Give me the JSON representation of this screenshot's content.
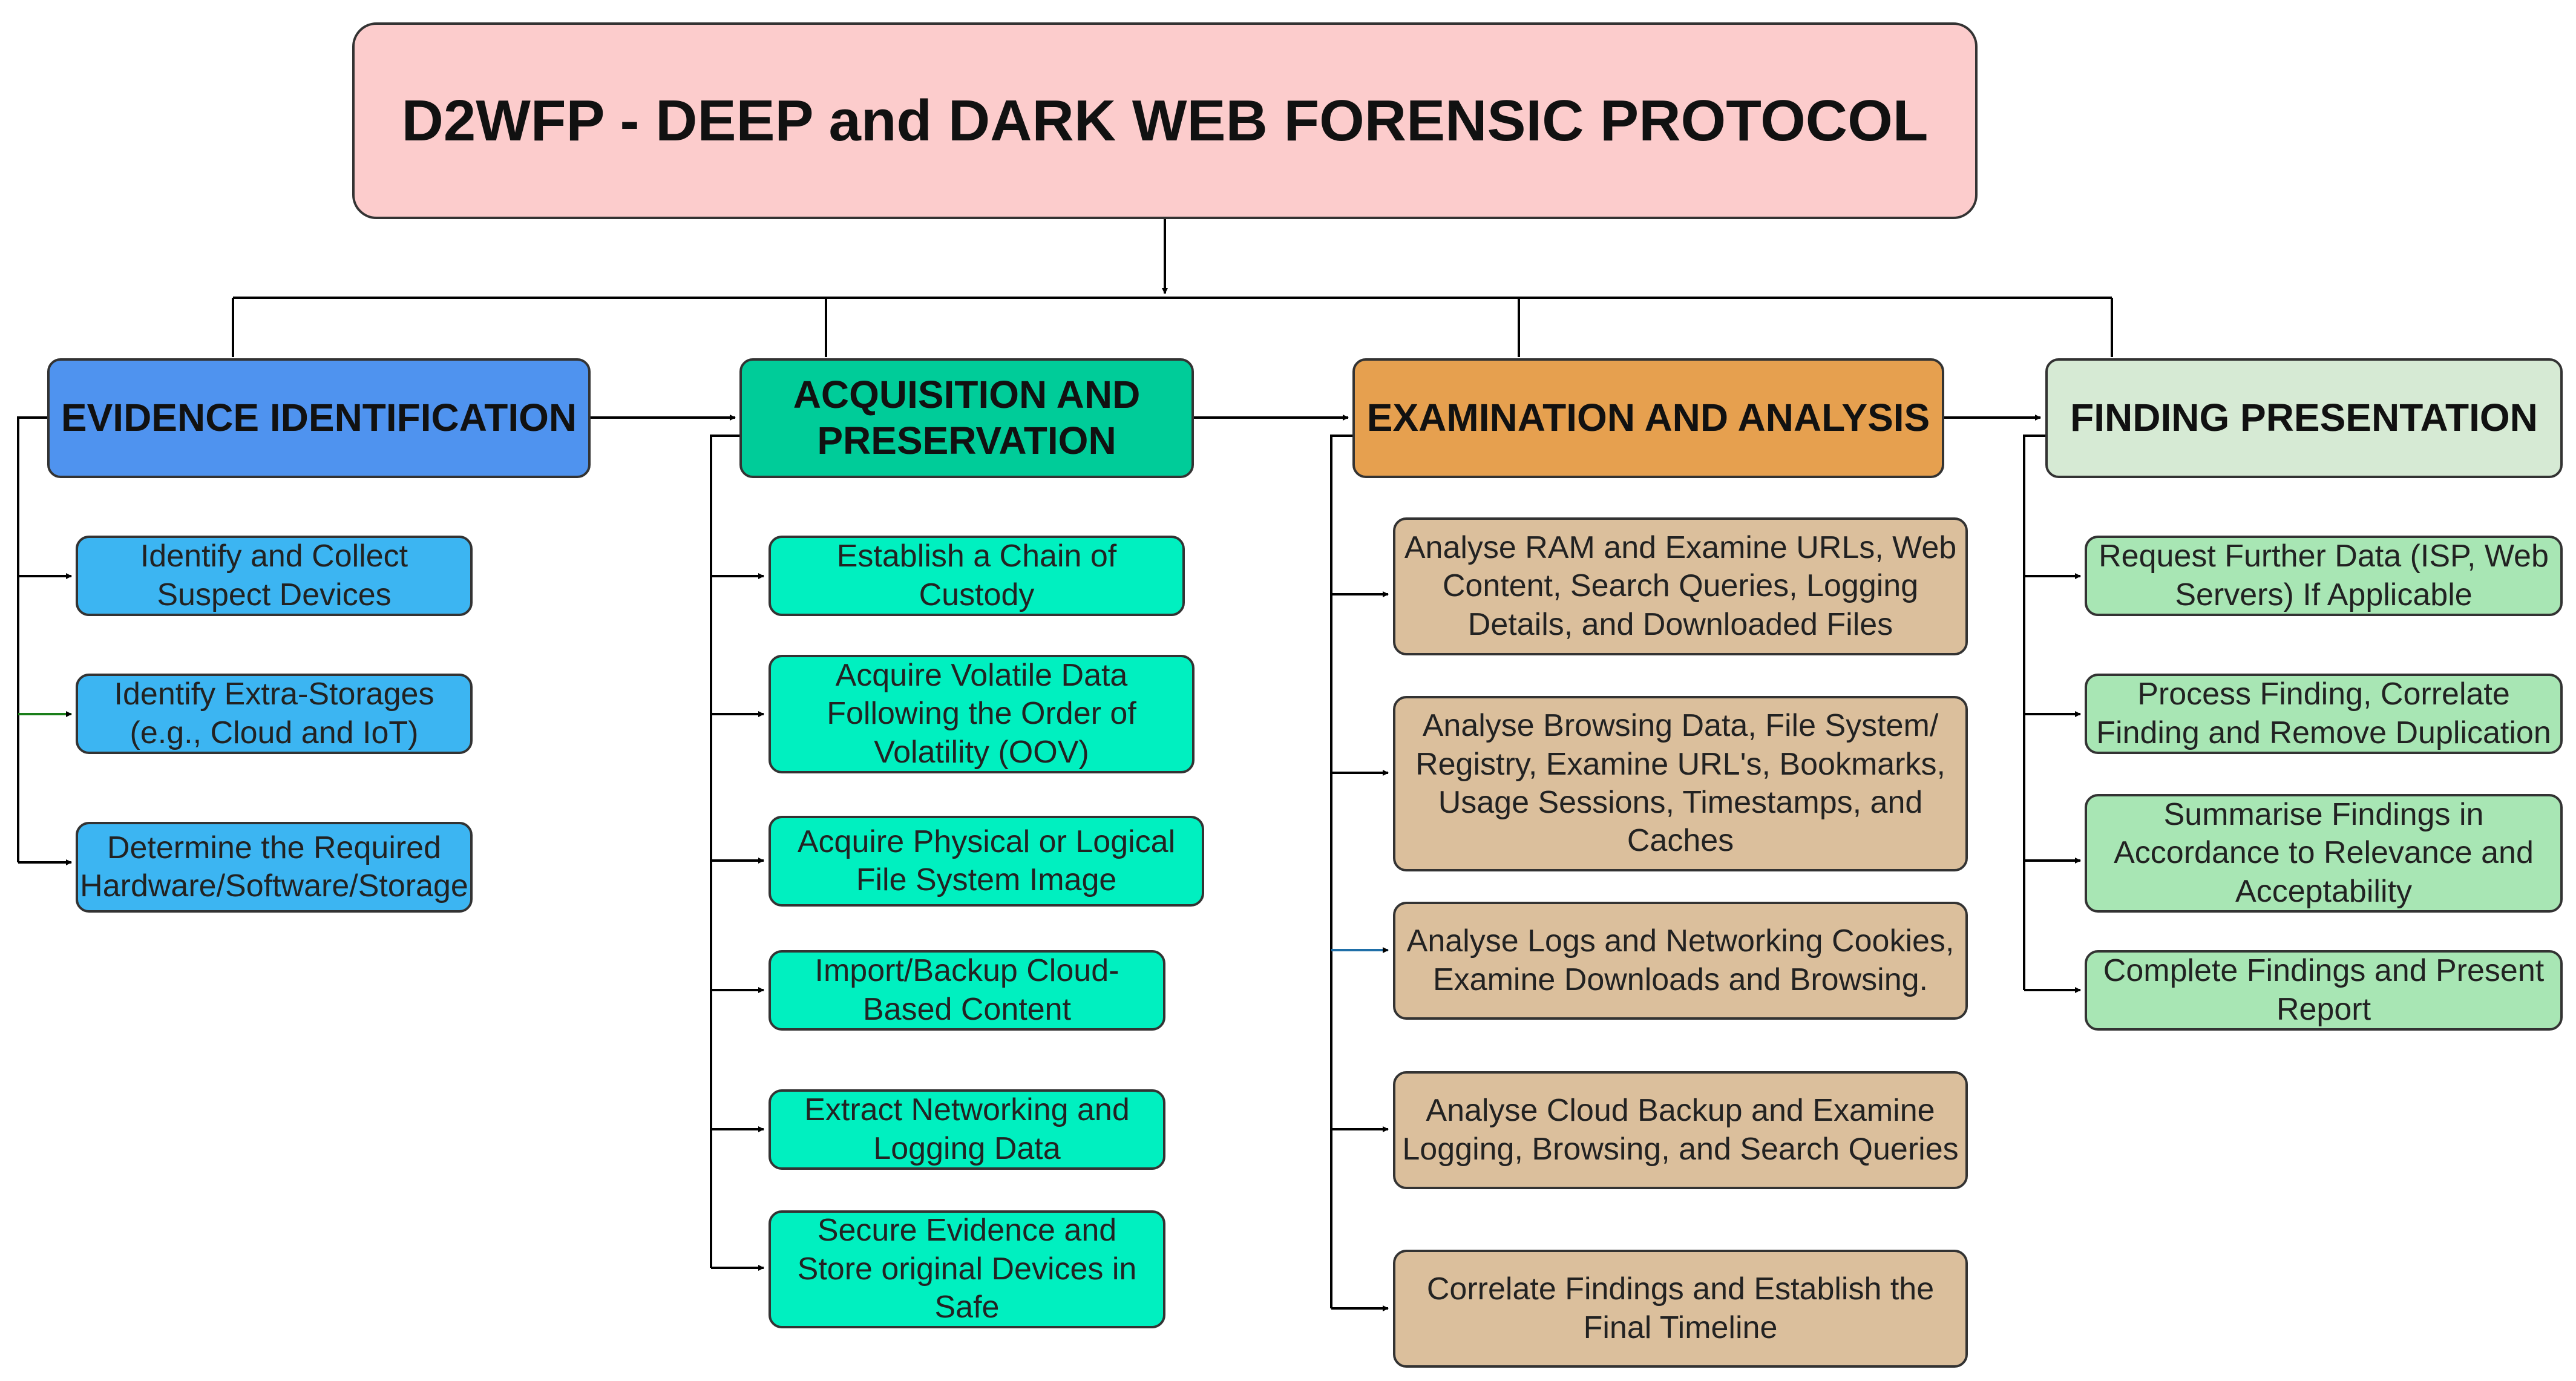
{
  "title": "D2WFP - DEEP and DARK WEB FORENSIC PROTOCOL",
  "phases": [
    {
      "header": "EVIDENCE IDENTIFICATION",
      "color": "#4f93ef",
      "item_color": "#3cb5f2",
      "items": [
        "Identify and Collect Suspect Devices",
        "Identify Extra-Storages (e.g., Cloud and IoT)",
        "Determine the Required Hardware/Software/Storage"
      ]
    },
    {
      "header": "ACQUISITION AND PRESERVATION",
      "color": "#00cc99",
      "item_color": "#00f0c0",
      "items": [
        "Establish a Chain of Custody",
        "Acquire Volatile Data Following the Order of Volatility (OOV)",
        "Acquire Physical or Logical File System Image",
        "Import/Backup Cloud-Based Content",
        "Extract Networking and Logging Data",
        "Secure Evidence and Store original Devices in Safe"
      ]
    },
    {
      "header": "EXAMINATION AND ANALYSIS",
      "color": "#e6a04f",
      "item_color": "#dbbf9c",
      "items": [
        "Analyse RAM and Examine URLs, Web Content, Search Queries, Logging Details, and Downloaded Files",
        "Analyse Browsing Data, File System/ Registry, Examine URL's, Bookmarks, Usage Sessions, Timestamps, and Caches",
        "Analyse Logs and Networking Cookies, Examine Downloads and Browsing.",
        "Analyse Cloud Backup and Examine Logging, Browsing, and Search Queries",
        "Correlate Findings and Establish the Final Timeline"
      ]
    },
    {
      "header": "FINDING PRESENTATION",
      "color": "#d6ead4",
      "item_color": "#a8e6b4",
      "items": [
        "Request Further Data (ISP, Web Servers) If Applicable",
        "Process Finding, Correlate Finding and Remove Duplication",
        "Summarise Findings in Accordance to Relevance and Acceptability",
        "Complete Findings and Present Report"
      ]
    }
  ]
}
